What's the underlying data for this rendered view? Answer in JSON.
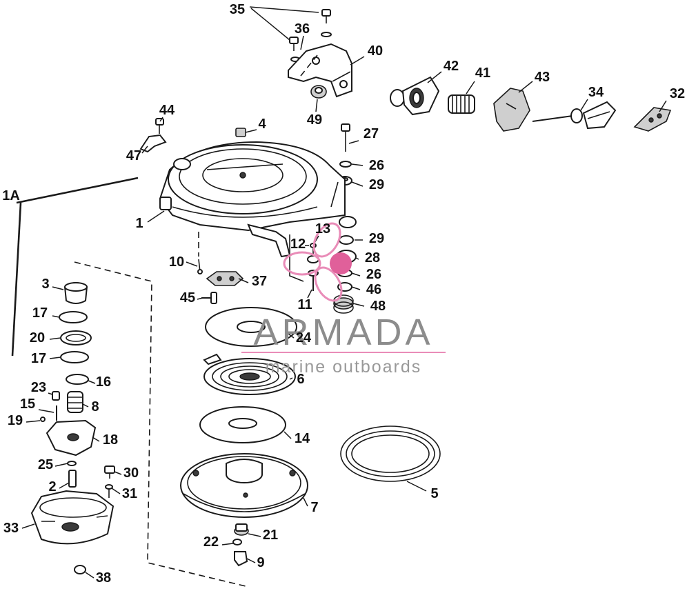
{
  "diagram": {
    "callouts": [
      {
        "id": "35",
        "text": "35"
      },
      {
        "id": "36",
        "text": "36"
      },
      {
        "id": "40",
        "text": "40"
      },
      {
        "id": "49",
        "text": "49"
      },
      {
        "id": "42",
        "text": "42"
      },
      {
        "id": "41",
        "text": "41"
      },
      {
        "id": "43",
        "text": "43"
      },
      {
        "id": "34",
        "text": "34"
      },
      {
        "id": "32",
        "text": "32"
      },
      {
        "id": "44",
        "text": "44"
      },
      {
        "id": "47",
        "text": "47"
      },
      {
        "id": "4",
        "text": "4"
      },
      {
        "id": "27",
        "text": "27"
      },
      {
        "id": "26a",
        "text": "26"
      },
      {
        "id": "29a",
        "text": "29"
      },
      {
        "id": "1A",
        "text": "1A"
      },
      {
        "id": "1",
        "text": "1"
      },
      {
        "id": "13",
        "text": "13"
      },
      {
        "id": "12",
        "text": "12"
      },
      {
        "id": "29b",
        "text": "29"
      },
      {
        "id": "28",
        "text": "28"
      },
      {
        "id": "26b",
        "text": "26"
      },
      {
        "id": "46",
        "text": "46"
      },
      {
        "id": "10",
        "text": "10"
      },
      {
        "id": "37",
        "text": "37"
      },
      {
        "id": "45",
        "text": "45"
      },
      {
        "id": "11",
        "text": "11"
      },
      {
        "id": "48",
        "text": "48"
      },
      {
        "id": "3",
        "text": "3"
      },
      {
        "id": "17a",
        "text": "17"
      },
      {
        "id": "20",
        "text": "20"
      },
      {
        "id": "17b",
        "text": "17"
      },
      {
        "id": "16",
        "text": "16"
      },
      {
        "id": "24",
        "text": "24"
      },
      {
        "id": "6",
        "text": "6"
      },
      {
        "id": "23",
        "text": "23"
      },
      {
        "id": "15",
        "text": "15"
      },
      {
        "id": "8",
        "text": "8"
      },
      {
        "id": "19",
        "text": "19"
      },
      {
        "id": "18",
        "text": "18"
      },
      {
        "id": "14",
        "text": "14"
      },
      {
        "id": "25",
        "text": "25"
      },
      {
        "id": "30",
        "text": "30"
      },
      {
        "id": "2",
        "text": "2"
      },
      {
        "id": "31",
        "text": "31"
      },
      {
        "id": "5",
        "text": "5"
      },
      {
        "id": "7",
        "text": "7"
      },
      {
        "id": "33",
        "text": "33"
      },
      {
        "id": "22",
        "text": "22"
      },
      {
        "id": "21",
        "text": "21"
      },
      {
        "id": "9",
        "text": "9"
      },
      {
        "id": "38",
        "text": "38"
      }
    ]
  },
  "watermark": {
    "brand": "ARMADA",
    "tagline": "marine outboards",
    "logo_icon": "propeller-icon",
    "colors": {
      "brand_text": "#8c8c8c",
      "tagline_text": "#999999",
      "logo": "#e0609a",
      "logo_outline": "#e98cb8"
    }
  },
  "colors": {
    "line": "#1a1a1a",
    "background": "#ffffff",
    "label": "#111111"
  }
}
